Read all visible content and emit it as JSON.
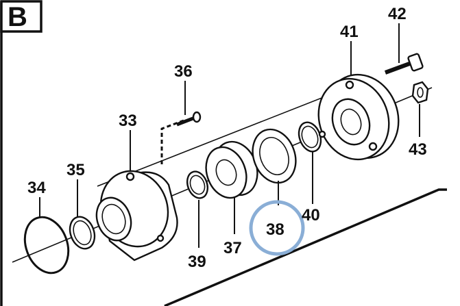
{
  "section_label": "B",
  "highlight_color": "#8aaed6",
  "callouts": {
    "p33": "33",
    "p34": "34",
    "p35": "35",
    "p36": "36",
    "p37": "37",
    "p38": "38",
    "p39": "39",
    "p40": "40",
    "p41": "41",
    "p42": "42",
    "p43": "43"
  }
}
